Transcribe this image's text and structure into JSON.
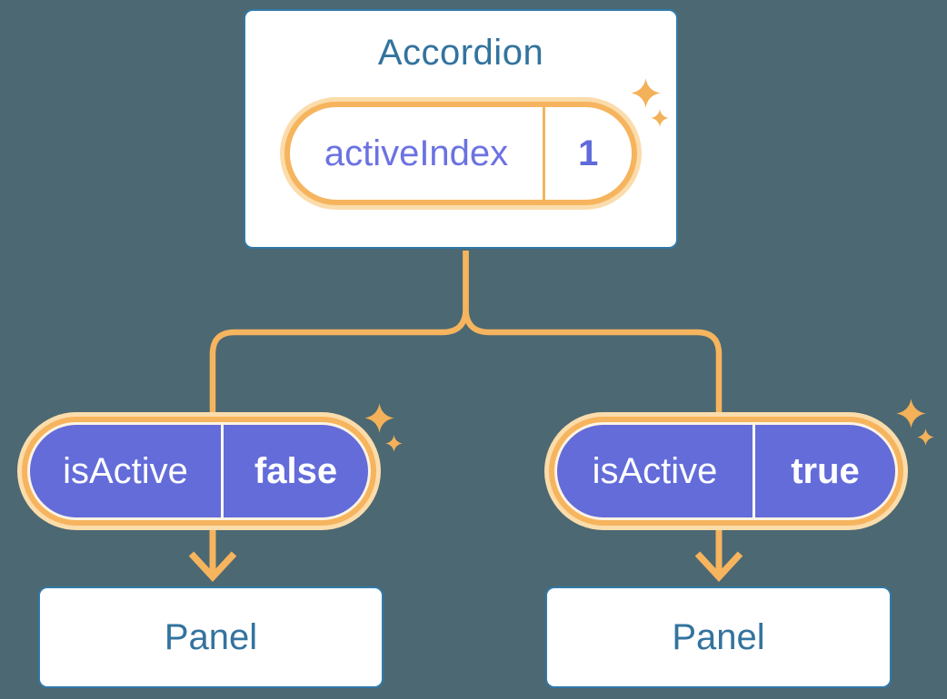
{
  "colors": {
    "background": "#4C6872",
    "card_border_blue": "#3179A9",
    "heading_text_blue": "#33739E",
    "connector_orange": "#F6B45E",
    "halo_orange": "#FBDCAB",
    "sparkle_orange": "#F3B159",
    "pill_purple": "#636CD9",
    "state_text_purple": "#6B72E2",
    "pill_text_white": "#FFFFFF"
  },
  "accordion": {
    "title": "Accordion",
    "state": {
      "name": "activeIndex",
      "value": "1"
    }
  },
  "branches": {
    "left": {
      "prop": {
        "name": "isActive",
        "value": "false"
      },
      "panel_label": "Panel"
    },
    "right": {
      "prop": {
        "name": "isActive",
        "value": "true"
      },
      "panel_label": "Panel"
    }
  },
  "icons": {
    "sparkle": "four-point-sparkle"
  }
}
